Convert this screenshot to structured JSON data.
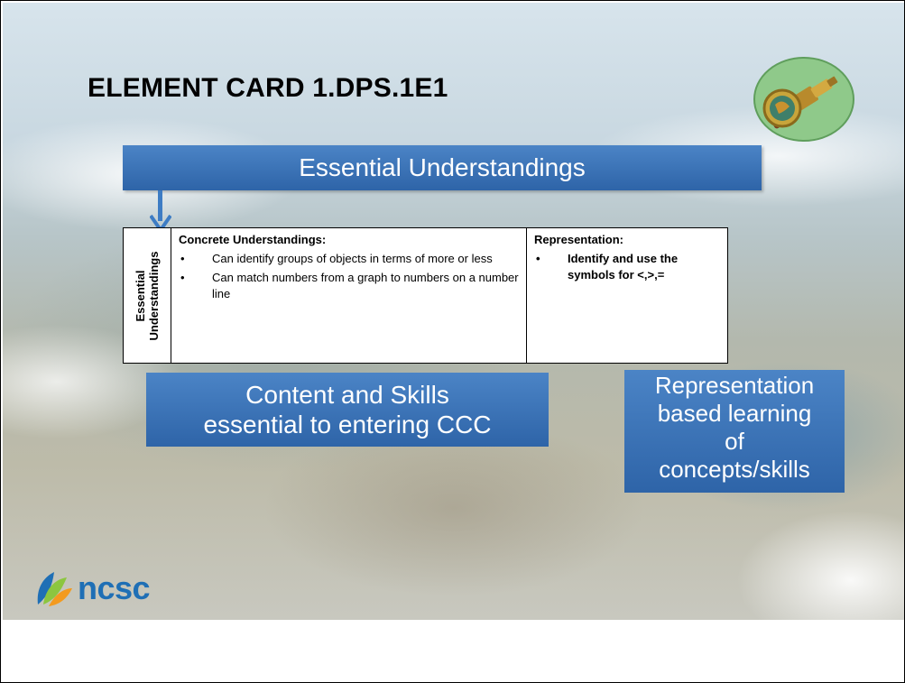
{
  "slide": {
    "title": "ELEMENT CARD 1.DPS.1E1",
    "banner_label": "Essential Understandings",
    "card": {
      "side_label_line1": "Essential",
      "side_label_line2": "Understandings",
      "col1_header": "Concrete Understandings:",
      "col1_bullets": [
        "Can identify groups of objects in terms of more or less",
        "Can match numbers  from a graph to numbers on a number line"
      ],
      "col2_header": "Representation:",
      "col2_bullets": [
        "Identify and use the symbols for <,>,="
      ]
    },
    "content_box": {
      "line1": "Content and Skills",
      "line2": "essential to entering CCC"
    },
    "representation_box": {
      "line1": "Representation",
      "line2": "based learning",
      "line3": "of",
      "line4": "concepts/skills"
    },
    "logo": {
      "text": "ncsc",
      "icon": "ncsc-leaf-icon",
      "emblem": "spyglass-emblem-icon"
    },
    "colors": {
      "banner_blue": "#3a72b8",
      "logo_blue": "#1f6fb5",
      "logo_green": "#8cc63f",
      "logo_orange": "#f39a1e"
    }
  }
}
